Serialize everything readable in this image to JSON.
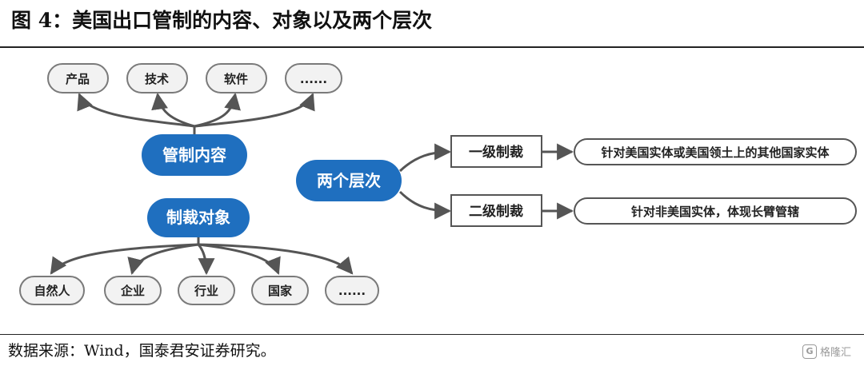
{
  "title": "图 4：美国出口管制的内容、对象以及两个层次",
  "source": "数据来源：Wind，国泰君安证券研究。",
  "watermark": "格隆汇",
  "watermark_logo": "G",
  "colors": {
    "hub_blue": "#1f6fbf",
    "pill_fill": "#f2f2f2",
    "pill_stroke": "#7a7a7a",
    "arrow": "#555555"
  },
  "diagram": {
    "control_content": {
      "label": "管制内容",
      "items": [
        "产品",
        "技术",
        "软件",
        "......"
      ]
    },
    "control_targets": {
      "label": "制裁对象",
      "items": [
        "自然人",
        "企业",
        "行业",
        "国家",
        "......"
      ]
    },
    "two_levels": {
      "label": "两个层次",
      "levels": [
        {
          "label": "一级制裁",
          "desc": "针对美国实体或美国领土上的其他国家实体"
        },
        {
          "label": "二级制裁",
          "desc": "针对非美国实体，体现长臂管辖"
        }
      ]
    }
  }
}
